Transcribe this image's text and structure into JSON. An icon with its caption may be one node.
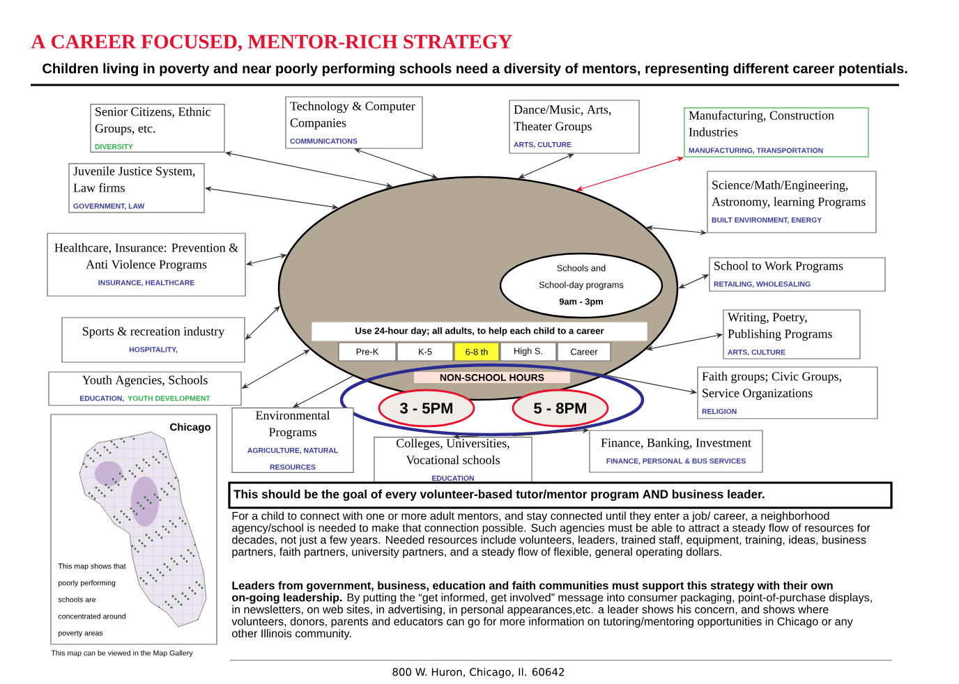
{
  "diagram": {
    "title": "A CAREER FOCUSED, MENTOR-RICH STRATEGY",
    "nodes": [
      {
        "text": [
          "Senior Citizens, Ethnic Groups, etc.",
          "DIVERSITY"
        ]
      },
      {
        "text": [
          "Technology & Computer Companies",
          "COMMUNICATIONS"
        ]
      },
      {
        "text": [
          "Dance/Music, Arts, Theater Groups",
          "ARTS, CULTURE"
        ]
      },
      {
        "text": [
          "Manufacturing, Construction Industries",
          "MANUFACTURING, TRANSPORTATION"
        ]
      },
      {
        "text": [
          "Juvenile Justice System, Law firms",
          "GOVERNMENT, LAW"
        ]
      },
      {
        "text": [
          "Science/Math/Engineering, Astronomy, learning Programs",
          "BUILT ENVIRONMENT, ENERGY"
        ]
      },
      {
        "text": [],
        "shape": "picture"
      },
      {
        "text": [
          "Schools and School-day programs",
          "9am - 3pm"
        ],
        "in": 6
      },
      {
        "text": [
          "Use 24-hour day; all adults, to help each child to a career"
        ],
        "in": 6
      },
      {
        "text": [
          "Pre-K"
        ],
        "in": 6
      },
      {
        "text": [
          "K-5"
        ],
        "in": 6
      },
      {
        "text": [
          "6-8 th"
        ],
        "in": 6
      },
      {
        "text": [
          "High S."
        ],
        "in": 6
      },
      {
        "text": [
          "Career"
        ],
        "in": 6
      },
      {
        "text": [
          "NON-SCHOOL HOURS"
        ]
      },
      {
        "text": [
          "3 - 5PM"
        ],
        "in": 14
      },
      {
        "text": [
          "5 - 8PM"
        ],
        "in": 14
      },
      {
        "text": [
          "Healthcare, Insurance: Prevention & Anti Violence Programs",
          "INSURANCE, HEALTHCARE"
        ]
      },
      {
        "text": [
          "School to Work Programs",
          "RETAILING, WHOLESALING"
        ]
      },
      {
        "text": [
          "Sports & recreation industry",
          "HOSPITALITY,"
        ]
      },
      {
        "text": [
          "Writing, Poetry, Publishing Programs",
          "ARTS, CULTURE"
        ]
      },
      {
        "text": [
          "Youth Agencies, Schools",
          "EDUCATION,",
          "YOUTH DEVELOPMENT"
        ]
      },
      {
        "text": [
          "Faith groups; Civic Groups, Service Organizations",
          "RELIGION"
        ]
      },
      {
        "text": [
          "Environmental Programs",
          "AGRICULTURE, NATURAL RESOURCES"
        ]
      },
      {
        "text": [
          "Colleges, Universities, Vocational schools",
          "EDUCATION"
        ]
      },
      {
        "text": [
          "Finance, Banking, Investment",
          "FINANCE, PERSONAL & BUS SERVICES"
        ]
      },
      {
        "text": [
          "Chicago",
          "This map shows that poorly performing schools are concentrated around poverty areas"
        ],
        "beside": [
          "This map can be viewed in the Map Gallery"
        ]
      },
      {
        "text": [
          "This should be the goal of every volunteer-based tutor/mentor program AND business leader."
        ]
      }
    ],
    "edges": [
      {
        "from": 0,
        "to": 6,
        "arrow": "both"
      },
      {
        "from": 1,
        "to": 6,
        "arrow": "both"
      },
      {
        "from": 2,
        "to": 6,
        "arrow": "both"
      },
      {
        "from": 3,
        "to": 6,
        "arrow": "both",
        "color": "#e8112d"
      },
      {
        "from": 4,
        "to": 6,
        "arrow": "both"
      },
      {
        "from": 5,
        "to": 6,
        "arrow": "both"
      },
      {
        "from": 17,
        "to": 6,
        "arrow": "both"
      },
      {
        "from": 18,
        "to": 6,
        "arrow": "both"
      },
      {
        "from": 19,
        "to": 6,
        "arrow": "both"
      },
      {
        "from": 20,
        "to": 6,
        "arrow": "both"
      },
      {
        "from": 21,
        "to": 6,
        "arrow": "both"
      },
      {
        "from": 14,
        "to": 22,
        "arrow": "to"
      },
      {
        "from": 6,
        "to": 23,
        "arrow": "to"
      },
      {
        "from": 14,
        "to": 24,
        "arrow": "to"
      },
      {
        "from": 14,
        "to": 25,
        "arrow": "to"
      }
    ],
    "labels": [
      "Children living in poverty and near poorly performing schools need a diversity of mentors, representing different career potentials.",
      "For a child to connect with one or more adult mentors, and stay connected until they enter a job/ career, a neighborhood agency/school is needed to make that connection possible. Such agencies must be able to attract a steady flow of resources for decades, not just a few years. Needed resources include volunteers, leaders, trained staff, equipment, training, ideas, business partners, faith partners, university partners, and a steady flow of flexible, general operating dollars.",
      "**Leaders from government, business, education and faith communities must support this strategy with their own on-going leadership.** By putting the “get informed, get involved” message into consumer packaging, point-of-purchase displays, in newsletters, on web sites, in advertising, in personal appearances,etc. a leader shows his concern, and shows where volunteers, donors, parents and educators can go for more information on tutoring/mentoring opportunities in Chicago or any other Illinois community.",
      "800 W. Huron, Chicago, Il. 60642"
    ]
  }
}
